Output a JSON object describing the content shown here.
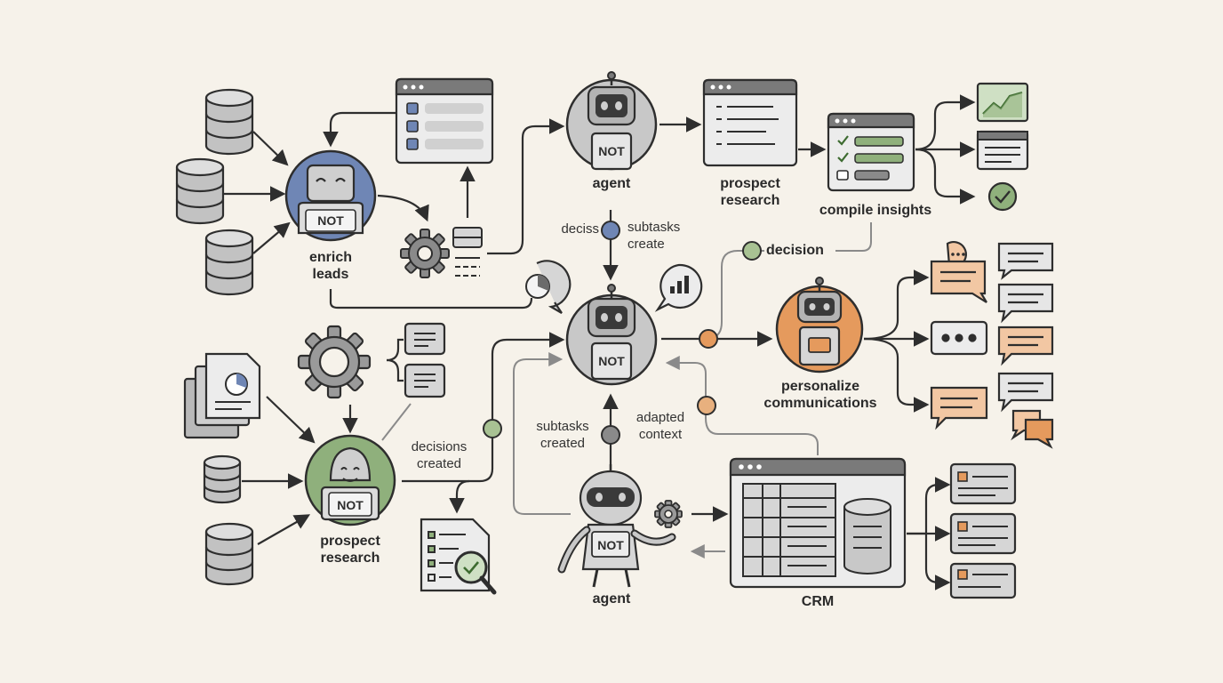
{
  "labels": {
    "enrich_leads": "enrich\nleads",
    "agent_top": "agent",
    "prospect_research_top": "prospect\nresearch",
    "compile_insights": "compile insights",
    "deciss": "deciss",
    "subtasks_create": "subtasks\ncreate",
    "decision": "decision",
    "personalize_communications": "personalize\ncommunications",
    "decisions_created": "decisions\ncreated",
    "subtasks_created": "subtasks\ncreated",
    "adapted_context": "adapted\ncontext",
    "prospect_research_bottom": "prospect\nresearch",
    "agent_bottom": "agent",
    "crm": "CRM"
  },
  "robot_badges": {
    "enrich": "NOT",
    "agent_top": "NOT",
    "center": "NOT",
    "prospect": "NOT",
    "agent_bottom": "NOT"
  },
  "colors": {
    "background": "#f6f2ea",
    "stroke": "#2e2e2e",
    "blue": "#6f86b5",
    "green": "#8fb07c",
    "orange": "#e59a5d",
    "grey": "#bdbdbd",
    "light_grey": "#e4e4e4",
    "window_bar": "#7a7a7a"
  }
}
